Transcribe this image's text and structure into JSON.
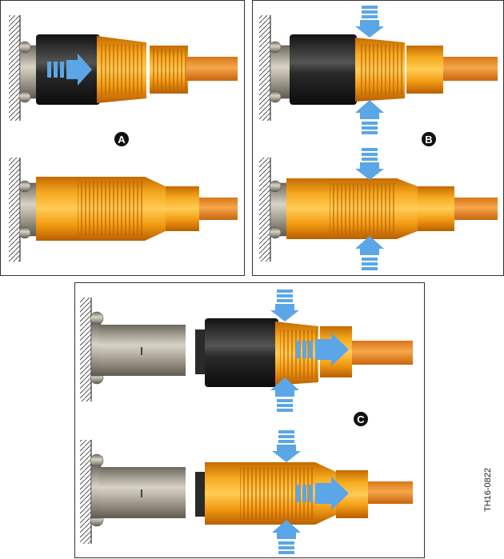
{
  "figure": {
    "doc_id": "TH16-0822",
    "panels": [
      {
        "label": "A"
      },
      {
        "label": "B"
      },
      {
        "label": "C"
      }
    ]
  },
  "colors": {
    "connector_orange": "#f09a10",
    "connector_orange_dark": "#c86a00",
    "sleeve_black": "#1e1e1e",
    "metal_grey": "#9a9488",
    "cable_orange": "#ee8a20",
    "arrow_blue": "#5aa6e6",
    "badge_black": "#111111"
  }
}
